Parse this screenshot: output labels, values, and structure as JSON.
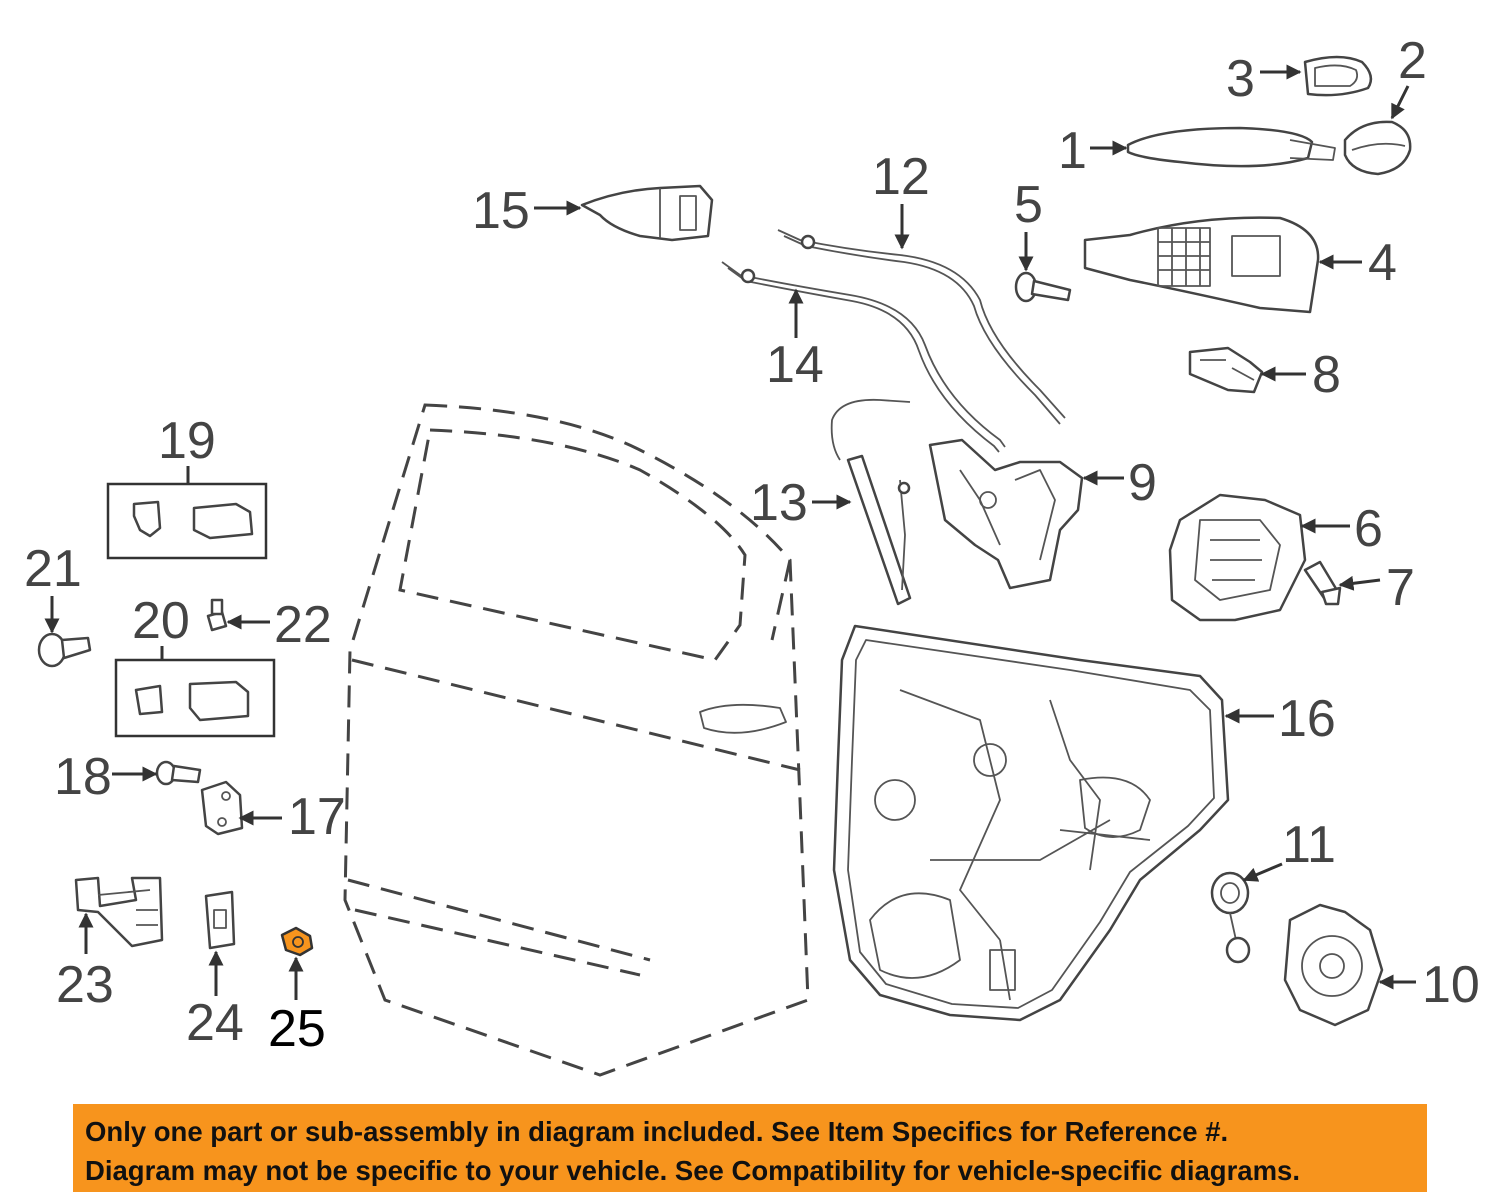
{
  "diagram": {
    "callouts": [
      "1",
      "2",
      "3",
      "4",
      "5",
      "6",
      "7",
      "8",
      "9",
      "10",
      "11",
      "12",
      "13",
      "14",
      "15",
      "16",
      "17",
      "18",
      "19",
      "20",
      "21",
      "22",
      "23",
      "24",
      "25"
    ],
    "highlighted_part": "25",
    "highlight_color": "#f7941d"
  },
  "notice": {
    "line1": "Only one part or sub-assembly in diagram included. See Item Specifics for Reference #.",
    "line2": "Diagram may not be specific to your vehicle. See Compatibility for vehicle-specific diagrams.",
    "background": "#f7941d"
  }
}
